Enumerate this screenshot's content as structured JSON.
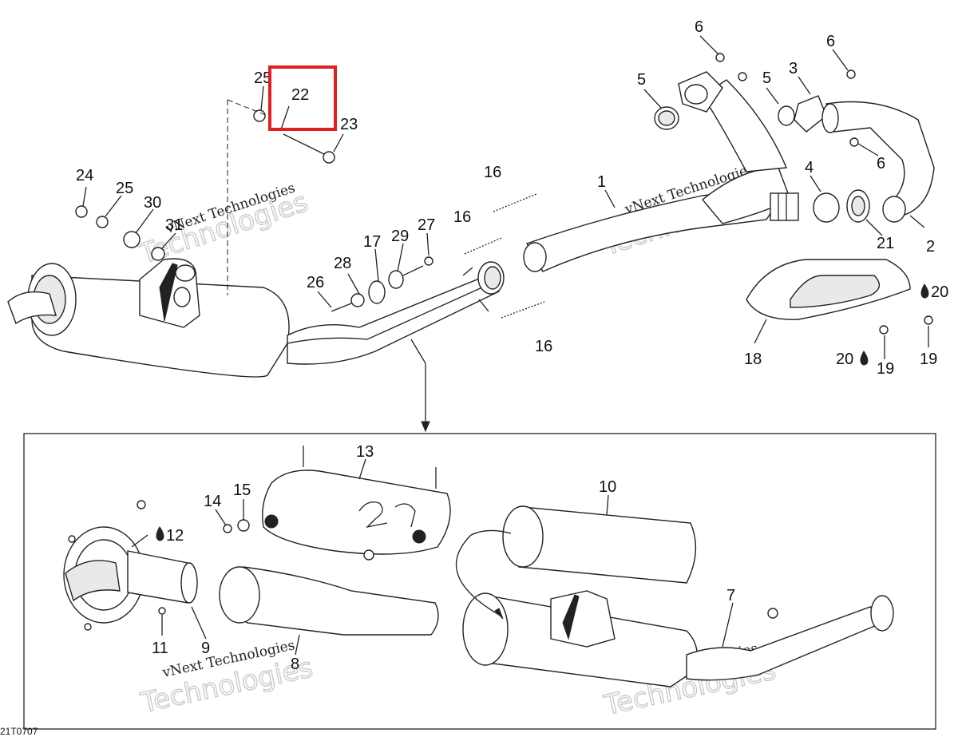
{
  "diagram": {
    "drawing_code": "21T0707",
    "highlighted_part": "22",
    "highlight_color": "#e02020",
    "watermark": {
      "line1": "vNext Technologies",
      "line2": "Technologies"
    },
    "oil_icon": "oil-drop-icon",
    "callouts": {
      "c1": "1",
      "c2": "2",
      "c3": "3",
      "c4": "4",
      "c5a": "5",
      "c5b": "5",
      "c6a": "6",
      "c6b": "6",
      "c6c": "6",
      "c7": "7",
      "c8": "8",
      "c9": "9",
      "c10": "10",
      "c11": "11",
      "c12": "12",
      "c13": "13",
      "c14": "14",
      "c15": "15",
      "c16a": "16",
      "c16b": "16",
      "c16c": "16",
      "c17": "17",
      "c18": "18",
      "c19a": "19",
      "c19b": "19",
      "c20a": "20",
      "c20b": "20",
      "c21": "21",
      "c22": "22",
      "c23": "23",
      "c24": "24",
      "c25a": "25",
      "c25b": "25",
      "c26": "26",
      "c27": "27",
      "c28": "28",
      "c29": "29",
      "c30": "30",
      "c31": "31"
    }
  }
}
